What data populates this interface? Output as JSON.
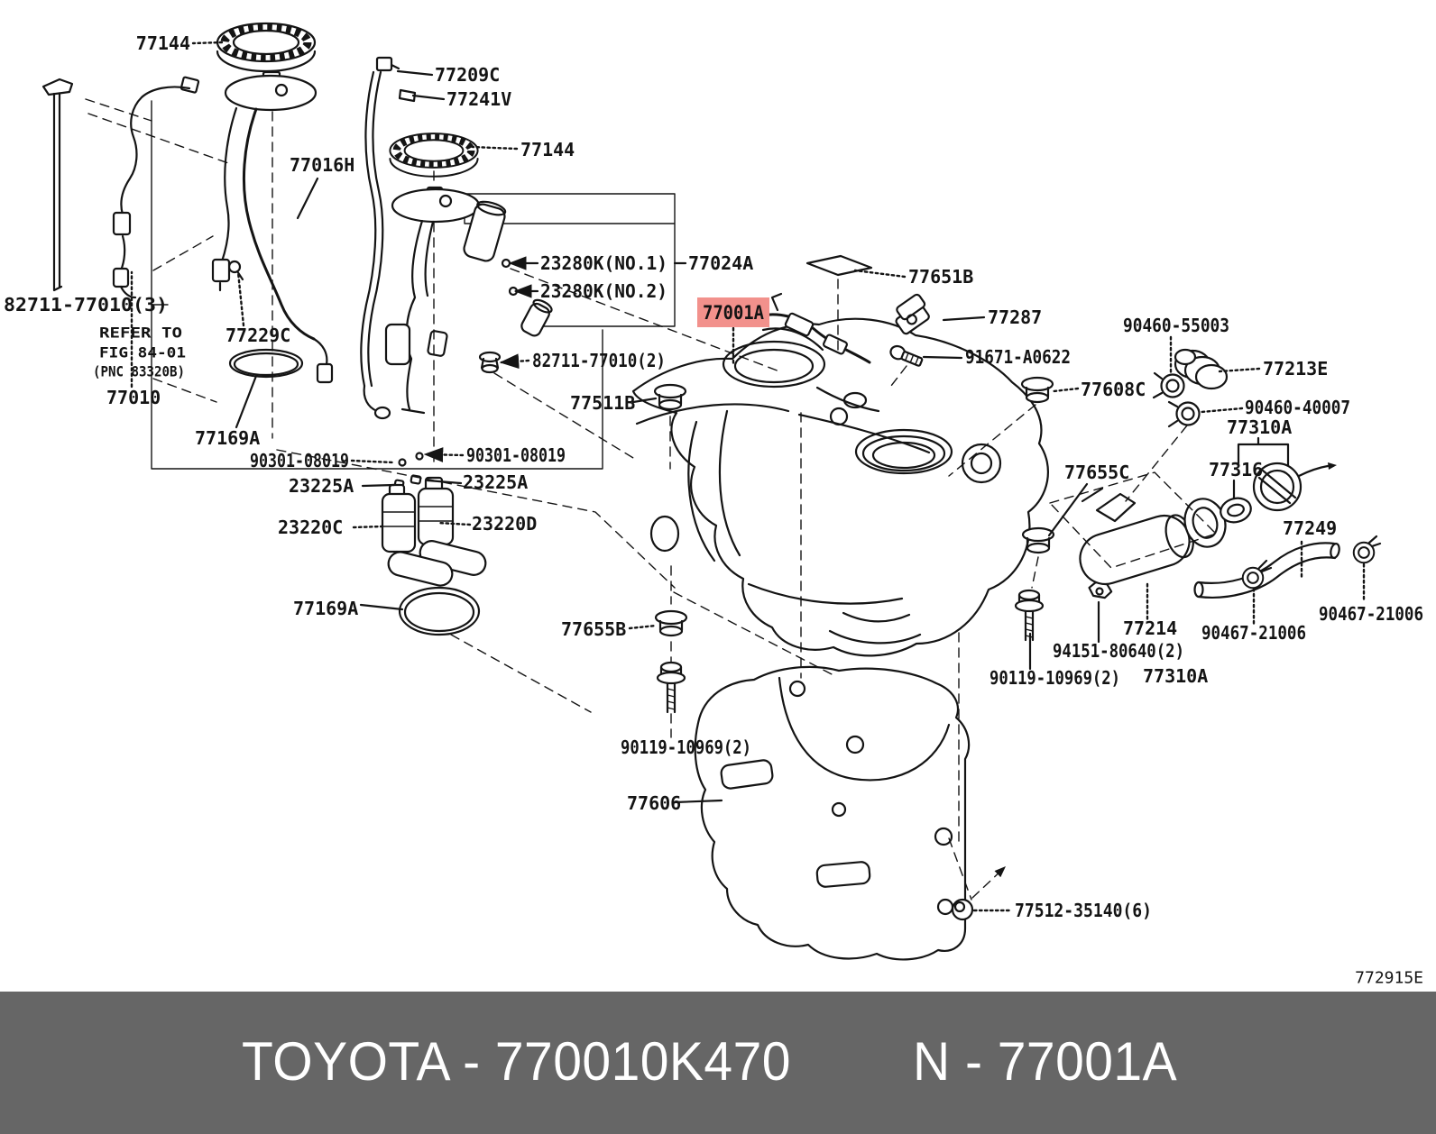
{
  "banner": {
    "left_text": "TOYOTA - 770010K470",
    "right_text": "N - 77001A",
    "background": "#666666",
    "text_color": "#ffffff"
  },
  "diagram": {
    "code": "772915E",
    "highlight": {
      "background": "#f2918c",
      "text_color": "#7c1416"
    },
    "note": {
      "line1": "REFER TO",
      "line2": "FIG 84-01",
      "line3": "(PNC 83320B)"
    },
    "parts": {
      "p_77144_top": "77144",
      "p_77209c": "77209C",
      "p_77241v": "77241V",
      "p_77144_mid": "77144",
      "p_77016h": "77016H",
      "p_23280k_no1": "23280K(NO.1)",
      "p_77024a": "77024A",
      "p_23280k_no2": "23280K(NO.2)",
      "p_77001a": "77001A",
      "p_82711_3": "82711-77010(3)",
      "p_77229c": "77229C",
      "p_77010": "77010",
      "p_77169a_top": "77169A",
      "p_82711_2": "82711-77010(2)",
      "p_77511b": "77511B",
      "p_77651b": "77651B",
      "p_77287": "77287",
      "p_91671": "91671-A0622",
      "p_90460_55003": "90460-55003",
      "p_77213e": "77213E",
      "p_77608c": "77608C",
      "p_90460_40007": "90460-40007",
      "p_77310a_top": "77310A",
      "p_77316": "77316",
      "p_77655c": "77655C",
      "p_90301_left": "90301-08019",
      "p_90301_right": "90301-08019",
      "p_23225a_left": "23225A",
      "p_23225a_right": "23225A",
      "p_23220c": "23220C",
      "p_23220d": "23220D",
      "p_77169a_bottom": "77169A",
      "p_77655b": "77655B",
      "p_77249": "77249",
      "p_90467_right": "90467-21006",
      "p_90467_left": "90467-21006",
      "p_77214": "77214",
      "p_94151": "94151-80640(2)",
      "p_90119_right": "90119-10969(2)",
      "p_77310a_bottom": "77310A",
      "p_90119_left": "90119-10969(2)",
      "p_77606": "77606",
      "p_77512": "77512-35140(6)"
    }
  }
}
